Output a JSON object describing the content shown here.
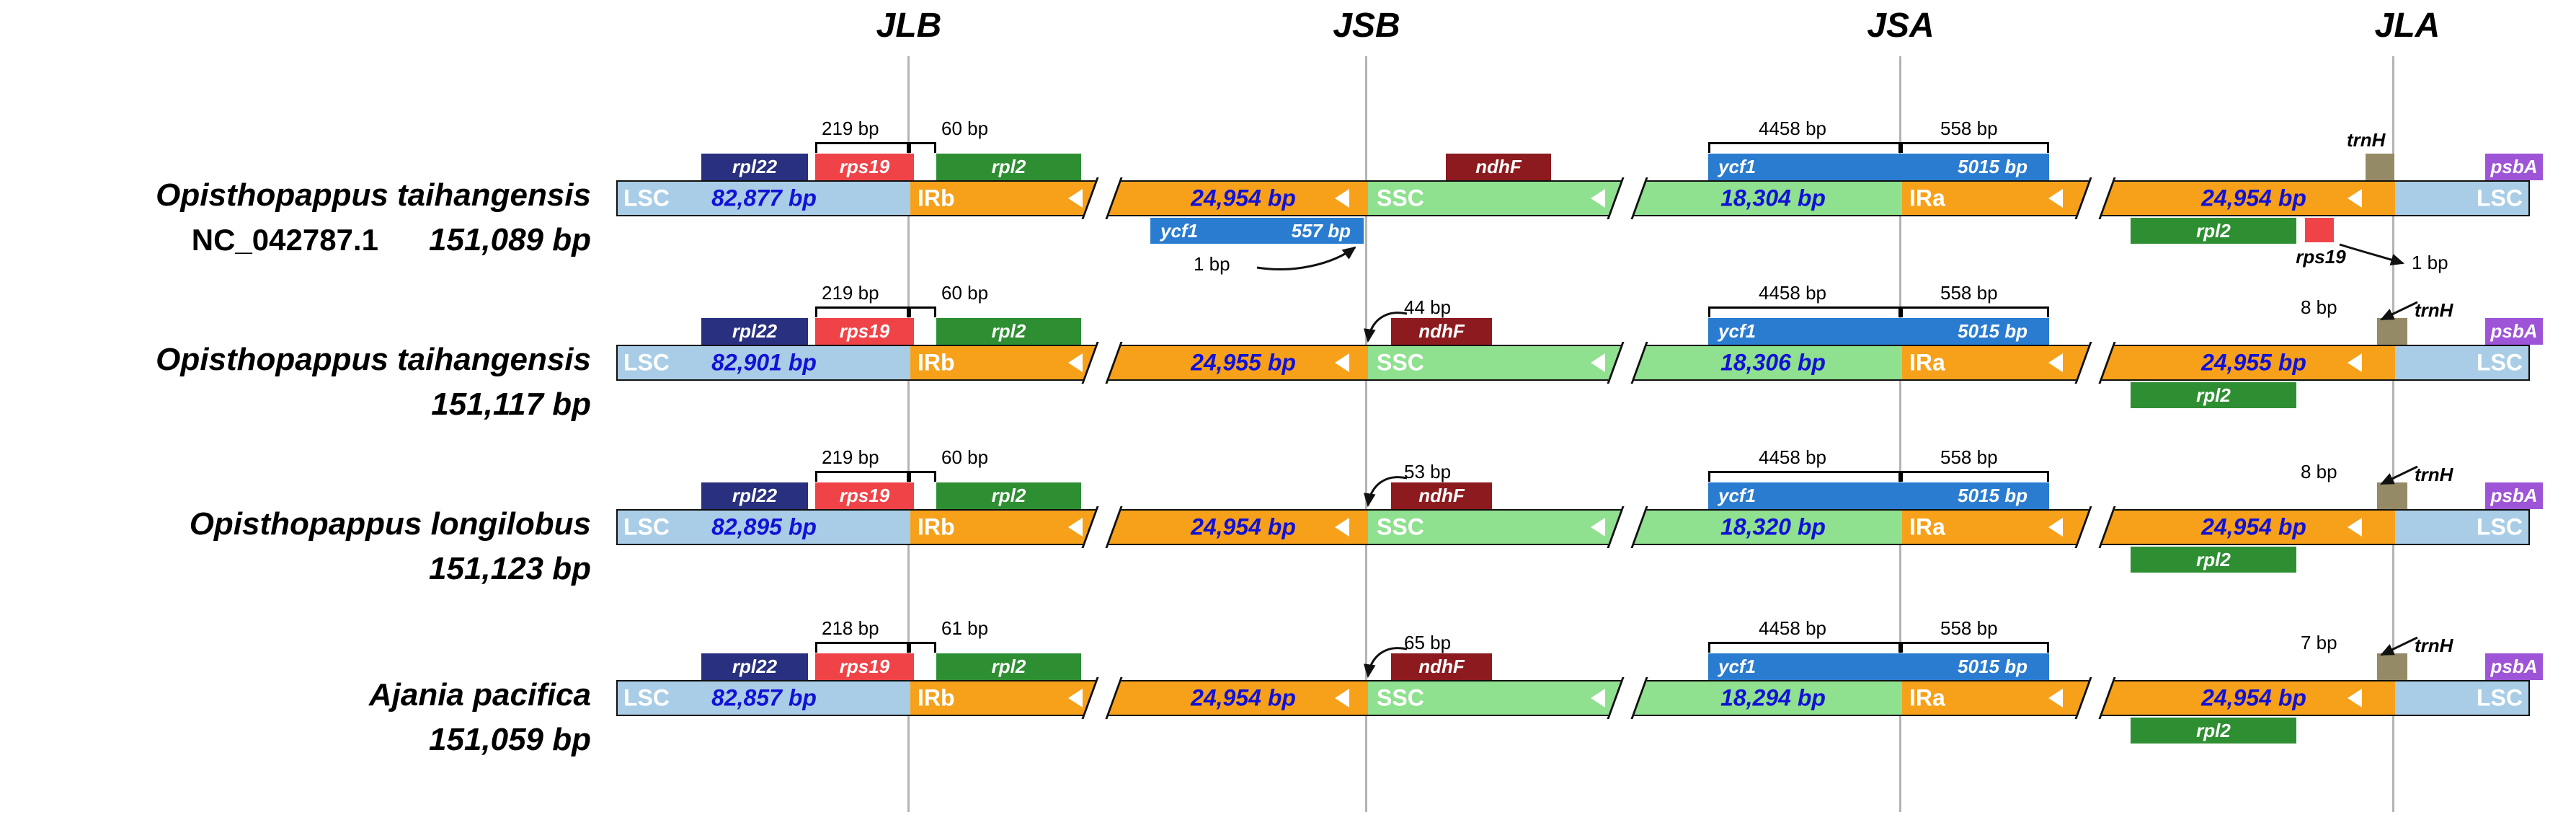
{
  "figure": {
    "junctions": [
      "JLB",
      "JSB",
      "JSA",
      "JLA"
    ]
  },
  "colors": {
    "lsc": "#a9cde6",
    "ir": "#f7a11b",
    "ssc": "#8fe08f",
    "gene_rpl22": "#28307f",
    "gene_rps19": "#ef4348",
    "gene_rpl2": "#2e8f32",
    "gene_ndhF": "#8c1a1e",
    "gene_ycf1": "#2a7cd0",
    "gene_trnH": "#958a66",
    "gene_psbA": "#9e54d6",
    "length_text": "#1212d6",
    "junction_line": "#b4b4b4"
  },
  "rows": [
    {
      "species": "Opisthopappus taihangensis",
      "accession": "NC_042787.1",
      "genome_size": "151,089 bp",
      "seg": {
        "lsc": "LSC",
        "lsc_bp": "82,877 bp",
        "irb": "IRb",
        "irb_bp": "24,954 bp",
        "ssc": "SSC",
        "ssc_bp": "18,304 bp",
        "ira": "IRa",
        "ira_bp": "24,954 bp",
        "lsc_right": "LSC"
      },
      "genes": {
        "rpl22": "rpl22",
        "rps19": "rps19",
        "rpl2": "rpl2",
        "ndhF": "ndhF",
        "ycf1": "ycf1",
        "ycf1_bp": "5015 bp",
        "trnH": "trnH",
        "psbA": "psbA"
      },
      "measures": {
        "jlb_left": "219 bp",
        "jlb_right": "60 bp",
        "jsa_left": "4458 bp",
        "jsa_right": "558 bp"
      },
      "below": {
        "ycf1": "ycf1",
        "ycf1_bp": "557 bp",
        "jsb_note": "1 bp",
        "rpl2": "rpl2",
        "rps19": "rps19",
        "rps19_note": "1 bp"
      }
    },
    {
      "species": "Opisthopappus taihangensis",
      "genome_size": "151,117 bp",
      "seg": {
        "lsc": "LSC",
        "lsc_bp": "82,901 bp",
        "irb": "IRb",
        "irb_bp": "24,955 bp",
        "ssc": "SSC",
        "ssc_bp": "18,306 bp",
        "ira": "IRa",
        "ira_bp": "24,955 bp",
        "lsc_right": "LSC"
      },
      "genes": {
        "rpl22": "rpl22",
        "rps19": "rps19",
        "rpl2": "rpl2",
        "ndhF": "ndhF",
        "ycf1": "ycf1",
        "ycf1_bp": "5015 bp",
        "trnH": "trnH",
        "psbA": "psbA"
      },
      "measures": {
        "jlb_left": "219 bp",
        "jlb_right": "60 bp",
        "jsa_left": "4458 bp",
        "jsa_right": "558 bp"
      },
      "notes": {
        "jsb": "44 bp",
        "trnh": "8 bp"
      },
      "below": {
        "rpl2": "rpl2"
      }
    },
    {
      "species": "Opisthopappus longilobus",
      "genome_size": "151,123 bp",
      "seg": {
        "lsc": "LSC",
        "lsc_bp": "82,895 bp",
        "irb": "IRb",
        "irb_bp": "24,954 bp",
        "ssc": "SSC",
        "ssc_bp": "18,320 bp",
        "ira": "IRa",
        "ira_bp": "24,954 bp",
        "lsc_right": "LSC"
      },
      "genes": {
        "rpl22": "rpl22",
        "rps19": "rps19",
        "rpl2": "rpl2",
        "ndhF": "ndhF",
        "ycf1": "ycf1",
        "ycf1_bp": "5015 bp",
        "trnH": "trnH",
        "psbA": "psbA"
      },
      "measures": {
        "jlb_left": "219 bp",
        "jlb_right": "60 bp",
        "jsa_left": "4458 bp",
        "jsa_right": "558 bp"
      },
      "notes": {
        "jsb": "53 bp",
        "trnh": "8 bp"
      },
      "below": {
        "rpl2": "rpl2"
      }
    },
    {
      "species": "Ajania pacifica",
      "genome_size": "151,059 bp",
      "seg": {
        "lsc": "LSC",
        "lsc_bp": "82,857 bp",
        "irb": "IRb",
        "irb_bp": "24,954 bp",
        "ssc": "SSC",
        "ssc_bp": "18,294 bp",
        "ira": "IRa",
        "ira_bp": "24,954 bp",
        "lsc_right": "LSC"
      },
      "genes": {
        "rpl22": "rpl22",
        "rps19": "rps19",
        "rpl2": "rpl2",
        "ndhF": "ndhF",
        "ycf1": "ycf1",
        "ycf1_bp": "5015 bp",
        "trnH": "trnH",
        "psbA": "psbA"
      },
      "measures": {
        "jlb_left": "218 bp",
        "jlb_right": "61 bp",
        "jsa_left": "4458 bp",
        "jsa_right": "558 bp"
      },
      "notes": {
        "jsb": "65 bp",
        "trnh": "7 bp"
      },
      "below": {
        "rpl2": "rpl2"
      }
    }
  ]
}
